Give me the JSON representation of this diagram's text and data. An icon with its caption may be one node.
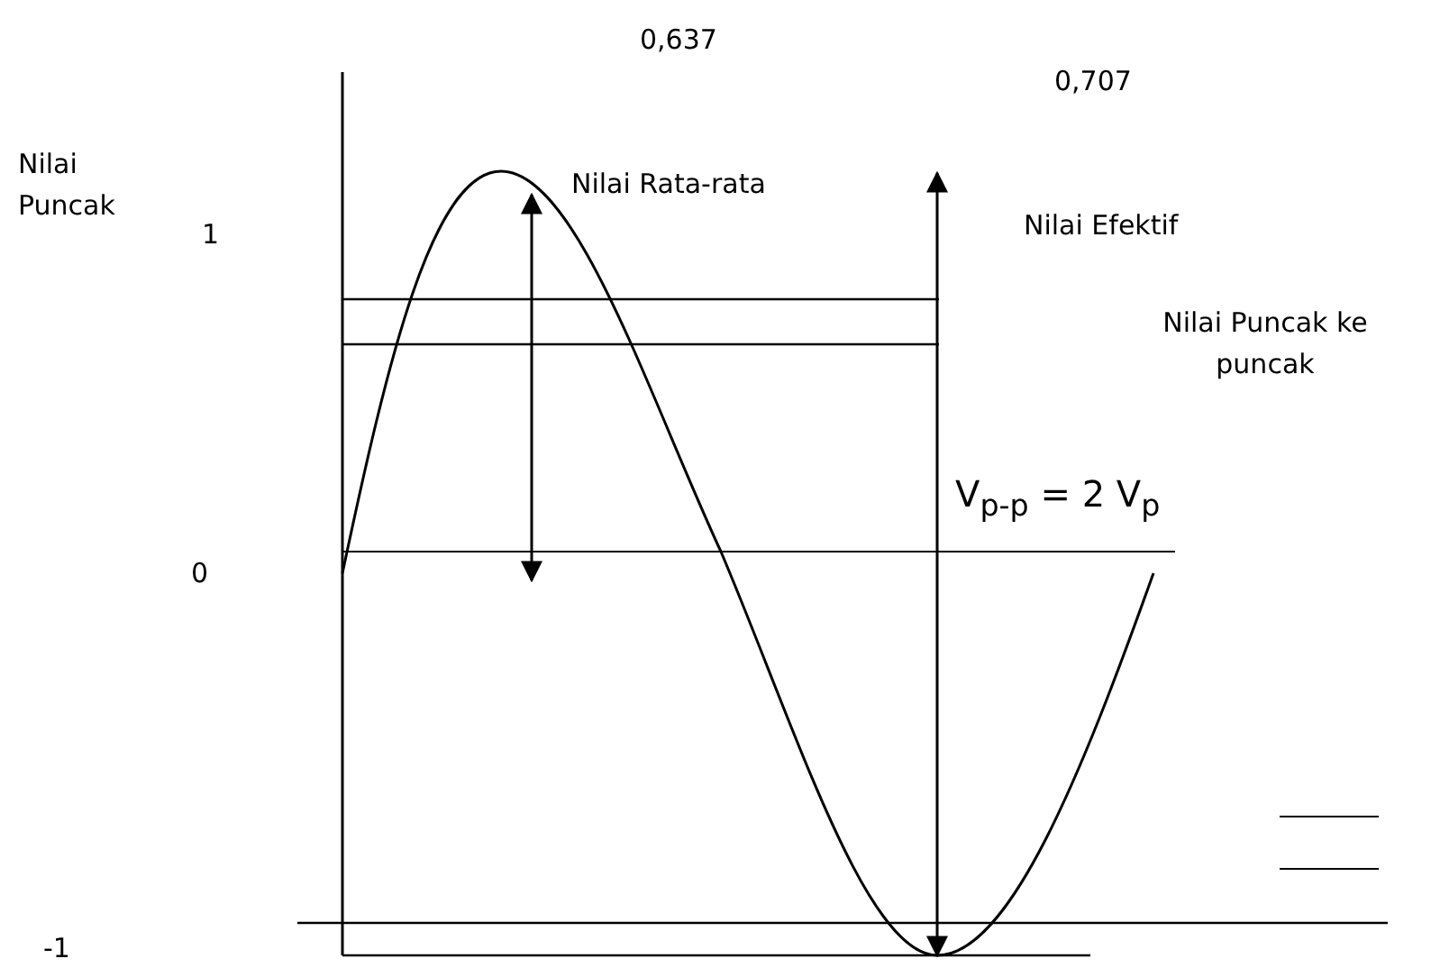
{
  "diagram": {
    "labels": [
      "0,637",
      "0,707",
      "Nilai Puncak",
      "1",
      "Nilai Rata-rata",
      "Nilai Efektif",
      "Nilai Puncak ke puncak",
      "V$_{p-p}$ = 2 V$_{p}$",
      "0",
      "-1"
    ]
  }
}
